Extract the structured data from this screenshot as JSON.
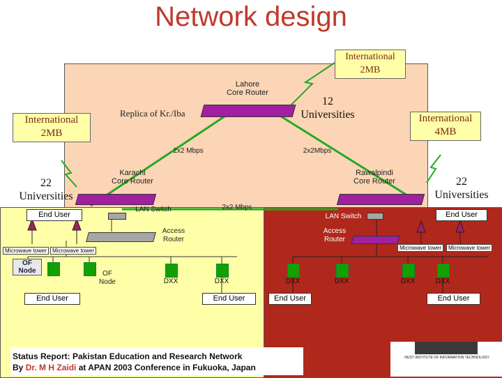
{
  "title": "Network design",
  "international_top": {
    "line1": "International",
    "line2": "2MB"
  },
  "international_left": {
    "line1": "International",
    "line2": "2MB"
  },
  "international_right": {
    "line1": "International",
    "line2": "4MB"
  },
  "lahore_router": {
    "line1": "Lahore",
    "line2": "Core Router"
  },
  "replica": "Replica of Kr./Iba",
  "universities_top": {
    "count": "12",
    "label": "Universities"
  },
  "universities_left": {
    "count": "22",
    "label": "Universities"
  },
  "universities_right": {
    "count": "22",
    "label": "Universities"
  },
  "link_left": "2x2 Mbps",
  "link_right": "2x2Mbps",
  "link_bottom": "2x2 Mbps",
  "karachi_router": {
    "line1": "Karachi",
    "line2": "Core Router"
  },
  "rawalpindi_router": {
    "line1": "Rawalpindi",
    "line2": "Core Router"
  },
  "lan_switch_left": "LAN Switch",
  "lan_switch_right": "LAN Switch",
  "access_router_left": {
    "line1": "Access",
    "line2": "Router"
  },
  "access_router_right": {
    "line1": "Access",
    "line2": "Router"
  },
  "end_user": "End User",
  "end_user_spaced": "End  User",
  "microwave_tower": "Microwave tower",
  "of_node": {
    "line1": "OF",
    "line2": "Node"
  },
  "dxx": "DXX",
  "footer": {
    "line1": "Status Report: Pakistan Education and Research Network",
    "line2_prefix": "By ",
    "author": "Dr. M H Zaidi",
    "line2_suffix": " at APAN 2003 Conference in Fukuoka, Japan"
  },
  "colors": {
    "title": "#c0392b",
    "peach": "#fbd5b5",
    "yellow": "#ffffa8",
    "red": "#b0281c",
    "link": "#22aa22",
    "router": "#a020a0"
  },
  "logo_text": "NUST INSTITUTE OF INFORMATION TECHNOLOGY"
}
